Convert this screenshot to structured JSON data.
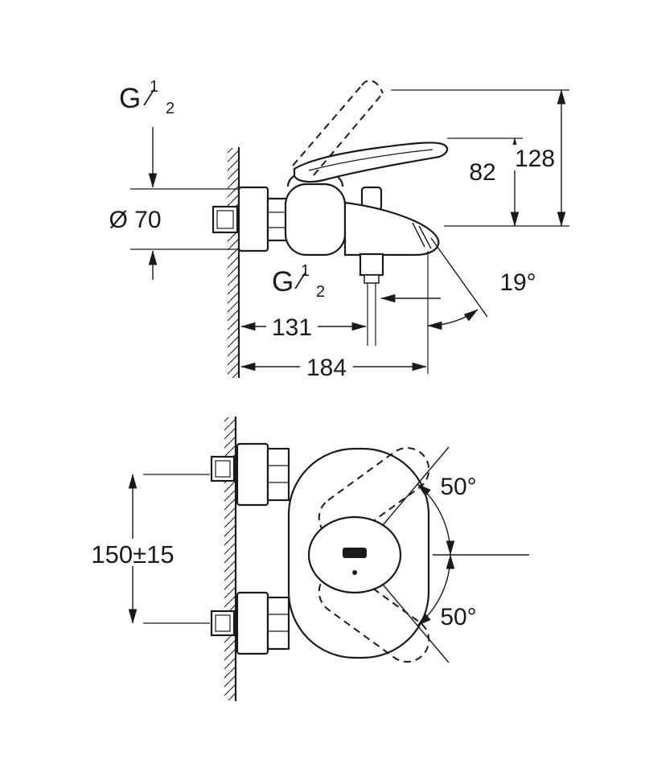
{
  "colors": {
    "ink": "#1a1a1a",
    "background": "#ffffff"
  },
  "drawing": {
    "side_view": {
      "inlet_thread": {
        "prefix": "G",
        "numerator": "1",
        "fraction_slash": "⁄",
        "denominator": "2"
      },
      "outlet_thread": {
        "prefix": "G",
        "numerator": "1",
        "fraction_slash": "⁄",
        "denominator": "2"
      },
      "escutcheon_diameter": "Ø 70",
      "lever_height": "82",
      "max_height": "128",
      "spout_angle": "19°",
      "wall_to_shower_outlet": "131",
      "wall_to_spout_tip": "184"
    },
    "front_view": {
      "connection_spacing": "150±15",
      "lever_swing_up": "50°",
      "lever_swing_down": "50°"
    }
  }
}
